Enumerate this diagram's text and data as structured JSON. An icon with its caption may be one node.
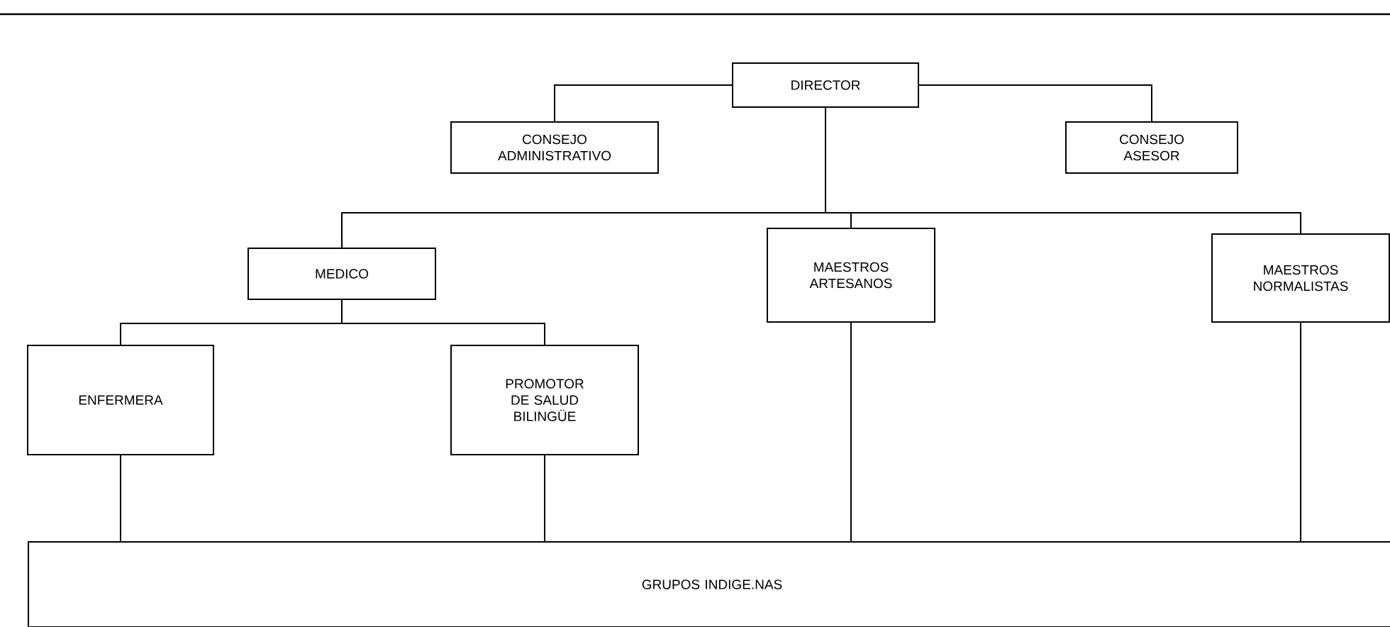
{
  "diagram": {
    "nodes": [
      {
        "text": [
          "DIRECTOR"
        ]
      },
      {
        "text": [
          "CONSEJO ADMINISTRATIVO"
        ]
      },
      {
        "text": [
          "CONSEJO ASESOR"
        ]
      },
      {
        "text": [
          "MEDICO"
        ]
      },
      {
        "text": [
          "MAESTROS ARTESANOS"
        ]
      },
      {
        "text": [
          "MAESTROS NORMALISTAS"
        ]
      },
      {
        "text": [
          "ENFERMERA"
        ]
      },
      {
        "text": [
          "PROMOTOR DE SALUD BILINGÜE"
        ]
      },
      {
        "text": [
          "GRUPOS INDIGE.NAS"
        ]
      }
    ],
    "edges": [
      {
        "from": 0,
        "to": 1,
        "arrow": "none"
      },
      {
        "from": 0,
        "to": 2,
        "arrow": "none"
      },
      {
        "from": 0,
        "to": 3,
        "arrow": "none"
      },
      {
        "from": 0,
        "to": 4,
        "arrow": "none"
      },
      {
        "from": 0,
        "to": 5,
        "arrow": "none"
      },
      {
        "from": 3,
        "to": 6,
        "arrow": "none"
      },
      {
        "from": 3,
        "to": 7,
        "arrow": "none"
      },
      {
        "from": 6,
        "to": 8,
        "arrow": "none"
      },
      {
        "from": 7,
        "to": 8,
        "arrow": "none"
      },
      {
        "from": 4,
        "to": 8,
        "arrow": "none"
      },
      {
        "from": 5,
        "to": 8,
        "arrow": "none"
      }
    ]
  }
}
